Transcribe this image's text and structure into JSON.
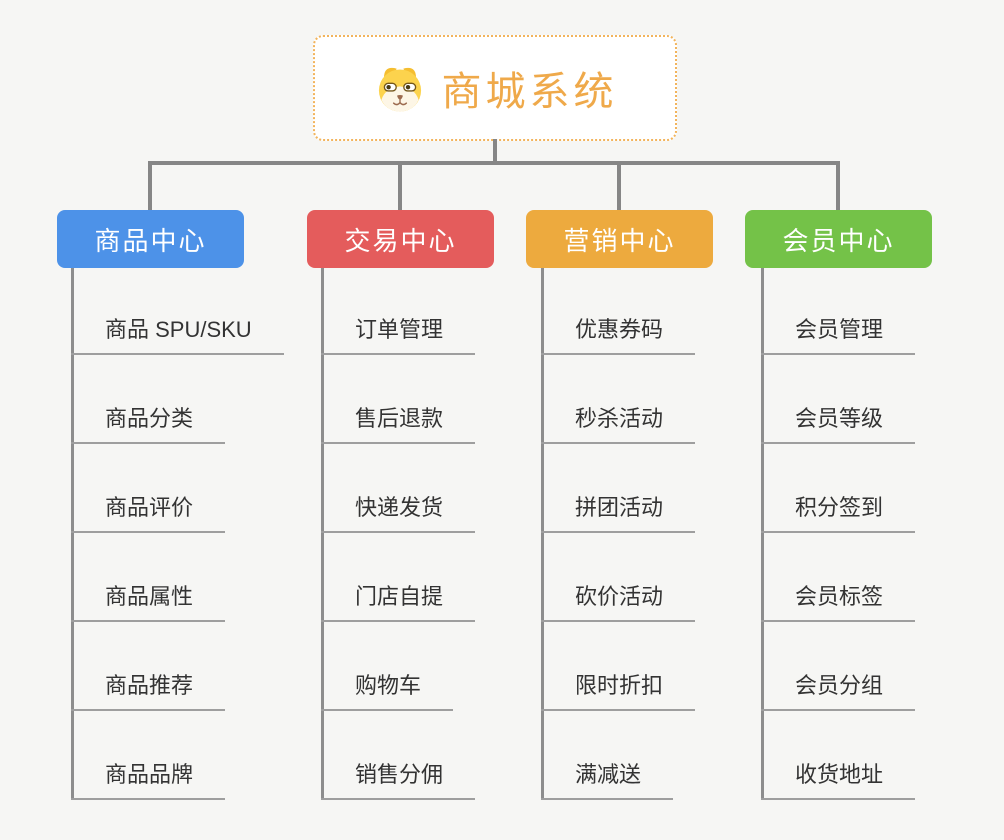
{
  "root": {
    "title": "商城系统",
    "icon": "dog-face-icon",
    "title_color": "#efa94a",
    "border_color": "#f2b45c",
    "background": "#ffffff"
  },
  "colors": {
    "canvas_background": "#f6f6f4",
    "connector": "#868686",
    "trunk": "#8d8d8d",
    "leaf_underline": "#9e9e9e",
    "leaf_text": "#333333",
    "header_text": "#ffffff"
  },
  "branches": [
    {
      "label": "商品中心",
      "color": "#4d92e8",
      "items": [
        "商品 SPU/SKU",
        "商品分类",
        "商品评价",
        "商品属性",
        "商品推荐",
        "商品品牌"
      ]
    },
    {
      "label": "交易中心",
      "color": "#e45c5c",
      "items": [
        "订单管理",
        "售后退款",
        "快递发货",
        "门店自提",
        "购物车",
        "销售分佣"
      ]
    },
    {
      "label": "营销中心",
      "color": "#edaa3e",
      "items": [
        "优惠券码",
        "秒杀活动",
        "拼团活动",
        "砍价活动",
        "限时折扣",
        "满减送"
      ]
    },
    {
      "label": "会员中心",
      "color": "#74c248",
      "items": [
        "会员管理",
        "会员等级",
        "积分签到",
        "会员标签",
        "会员分组",
        "收货地址"
      ]
    }
  ]
}
